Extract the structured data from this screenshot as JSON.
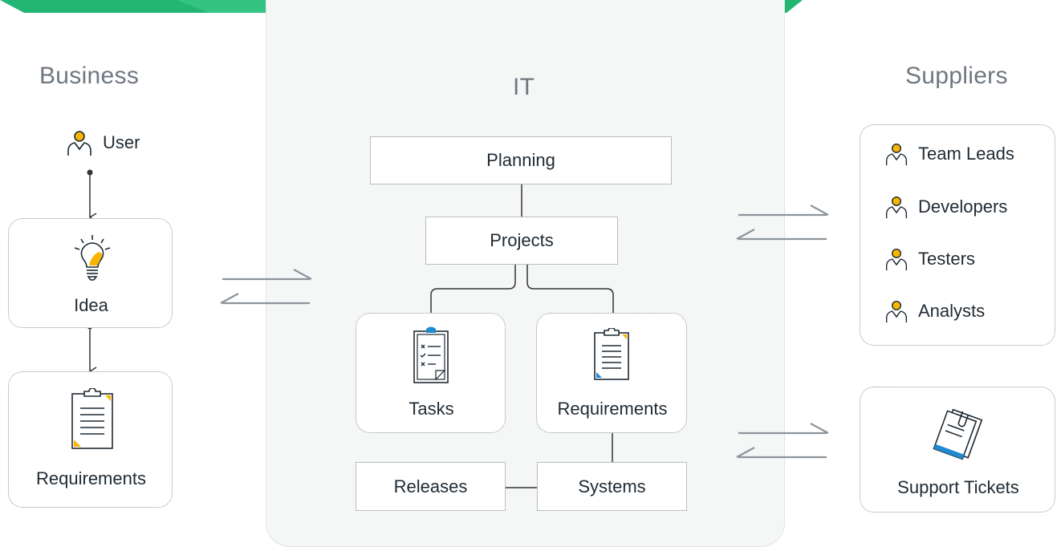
{
  "colors": {
    "accent_green": "#22b573",
    "icon_yellow": "#f7b500",
    "icon_blue": "#1f8ad1",
    "line_gray": "#8c949b"
  },
  "business": {
    "heading": "Business",
    "user_label": "User",
    "idea_label": "Idea",
    "requirements_label": "Requirements"
  },
  "it": {
    "heading": "IT",
    "planning_label": "Planning",
    "projects_label": "Projects",
    "tasks_label": "Tasks",
    "requirements_label": "Requirements",
    "releases_label": "Releases",
    "systems_label": "Systems"
  },
  "suppliers": {
    "heading": "Suppliers",
    "roles": [
      "Team Leads",
      "Developers",
      "Testers",
      "Analysts"
    ],
    "support_label": "Support Tickets"
  },
  "icons": {
    "person": "person-icon",
    "idea": "lightbulb-icon",
    "requirements": "clipboard-icon",
    "tasks": "checklist-icon",
    "support": "ticket-stack-icon",
    "arrows": "bidirectional-arrows-icon"
  }
}
